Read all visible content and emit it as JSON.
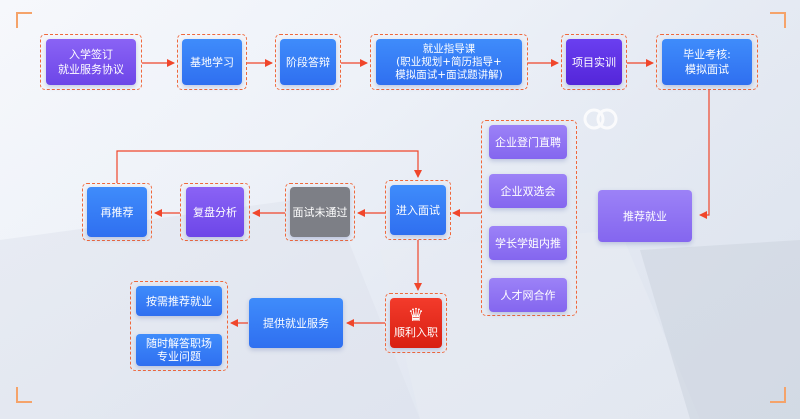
{
  "nodes": {
    "sign": "入学签订\n就业服务协议",
    "base": "基地学习",
    "stage": "阶段答辩",
    "course": "就业指导课\n(职业规划+简历指导+\n模拟面试+面试题讲解)",
    "project": "项目实训",
    "exam": "毕业考核:\n模拟面试",
    "enterprise_visit": "企业登门直聘",
    "dual_select": "企业双选会",
    "alumni": "学长学姐内推",
    "talent_net": "人才网合作",
    "recommend": "推荐就业",
    "interview": "进入面试",
    "fail": "面试未通过",
    "review": "复盘分析",
    "re_recommend": "再推荐",
    "success": "顺利入职",
    "service": "提供就业服务",
    "on_demand": "按需推荐就业",
    "answer": "随时解答职场\n专业问题"
  },
  "icons": {
    "success": "crown-icon"
  },
  "colors": {
    "arrow": "#f0462b",
    "dash": "#f0683b",
    "purple": "#7552ee",
    "blue": "#3580f7",
    "gray": "#7d7f86",
    "red": "#e52a1c"
  }
}
